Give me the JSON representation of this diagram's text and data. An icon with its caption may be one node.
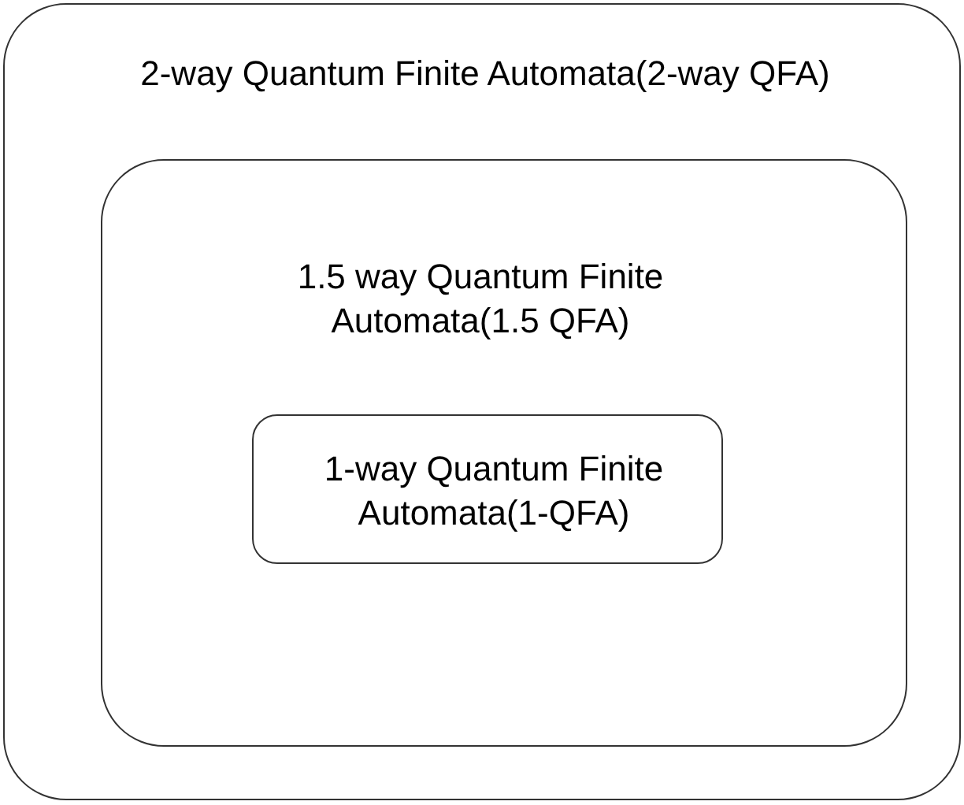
{
  "diagram": {
    "nodes": [
      {
        "text": [
          "2-way Quantum Finite Automata(2-way QFA)"
        ]
      },
      {
        "text": [
          "1.5 way Quantum Finite Automata(1.5 QFA)"
        ],
        "in": 0
      },
      {
        "text": [
          "1-way Quantum Finite Automata(1-QFA)"
        ],
        "in": 1
      }
    ]
  }
}
